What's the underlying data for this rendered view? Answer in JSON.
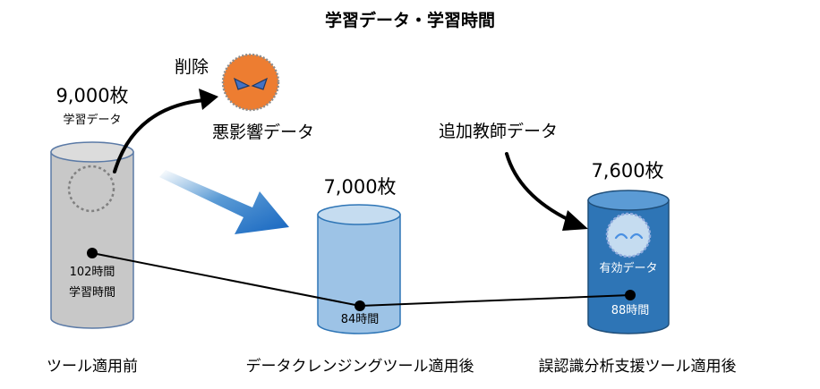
{
  "title": "学習データ・学習時間",
  "left": {
    "count": "9,000枚",
    "count_sub": "学習データ",
    "hours": "102時間",
    "hours_sub": "学習時間",
    "caption": "ツール適用前"
  },
  "removed": {
    "action": "削除",
    "label": "悪影響データ"
  },
  "middle": {
    "count": "7,000枚",
    "hours": "84時間",
    "caption": "データクレンジングツール適用後"
  },
  "right": {
    "added_label": "追加教師データ",
    "count": "7,600枚",
    "inner_label": "有効データ",
    "hours": "88時間",
    "caption": "誤認識分析支援ツール適用後"
  },
  "colors": {
    "gray_cylinder": "#c8c8c8",
    "light_blue_cylinder": "#9dc3e6",
    "dark_blue_cylinder": "#2e75b6",
    "bad_data": "#ed7d31",
    "arrow_blue": "#1f6fc5"
  }
}
